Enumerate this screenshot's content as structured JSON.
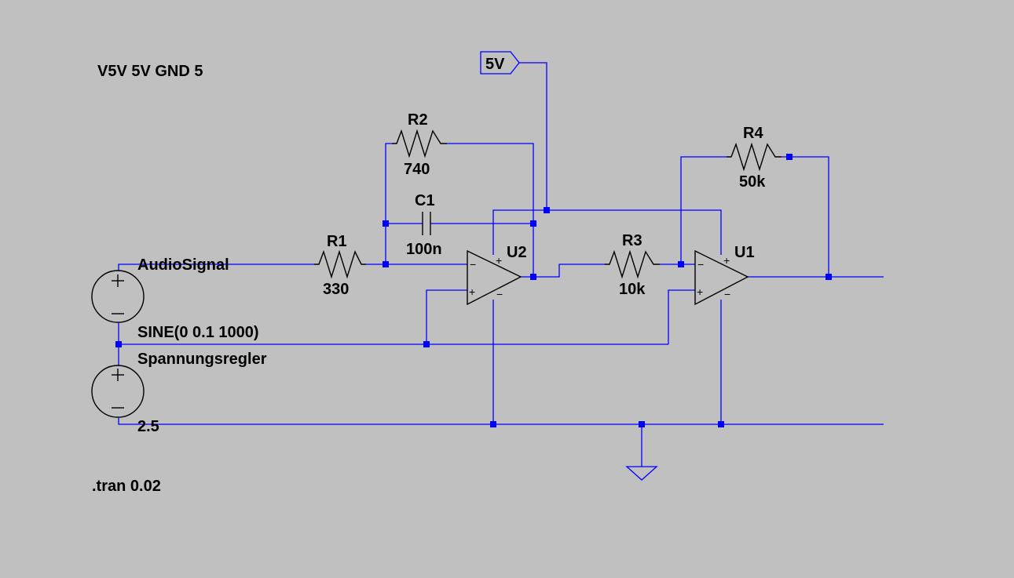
{
  "directives": {
    "supply_spec": "V5V 5V GND 5",
    "tran": ".tran 0.02"
  },
  "net_labels": {
    "supply": "5V"
  },
  "components": {
    "R1": {
      "ref": "R1",
      "value": "330"
    },
    "R2": {
      "ref": "R2",
      "value": "740"
    },
    "R3": {
      "ref": "R3",
      "value": "10k"
    },
    "R4": {
      "ref": "R4",
      "value": "50k"
    },
    "C1": {
      "ref": "C1",
      "value": "100n"
    },
    "U1": {
      "ref": "U1"
    },
    "U2": {
      "ref": "U2"
    },
    "V_audio": {
      "name": "AudioSignal",
      "value": "SINE(0 0.1 1000)"
    },
    "V_reg": {
      "name": "Spannungsregler",
      "value": "2.5"
    }
  },
  "colors": {
    "background": "#c0c0c0",
    "wire": "#0000ff",
    "component": "#000000"
  }
}
